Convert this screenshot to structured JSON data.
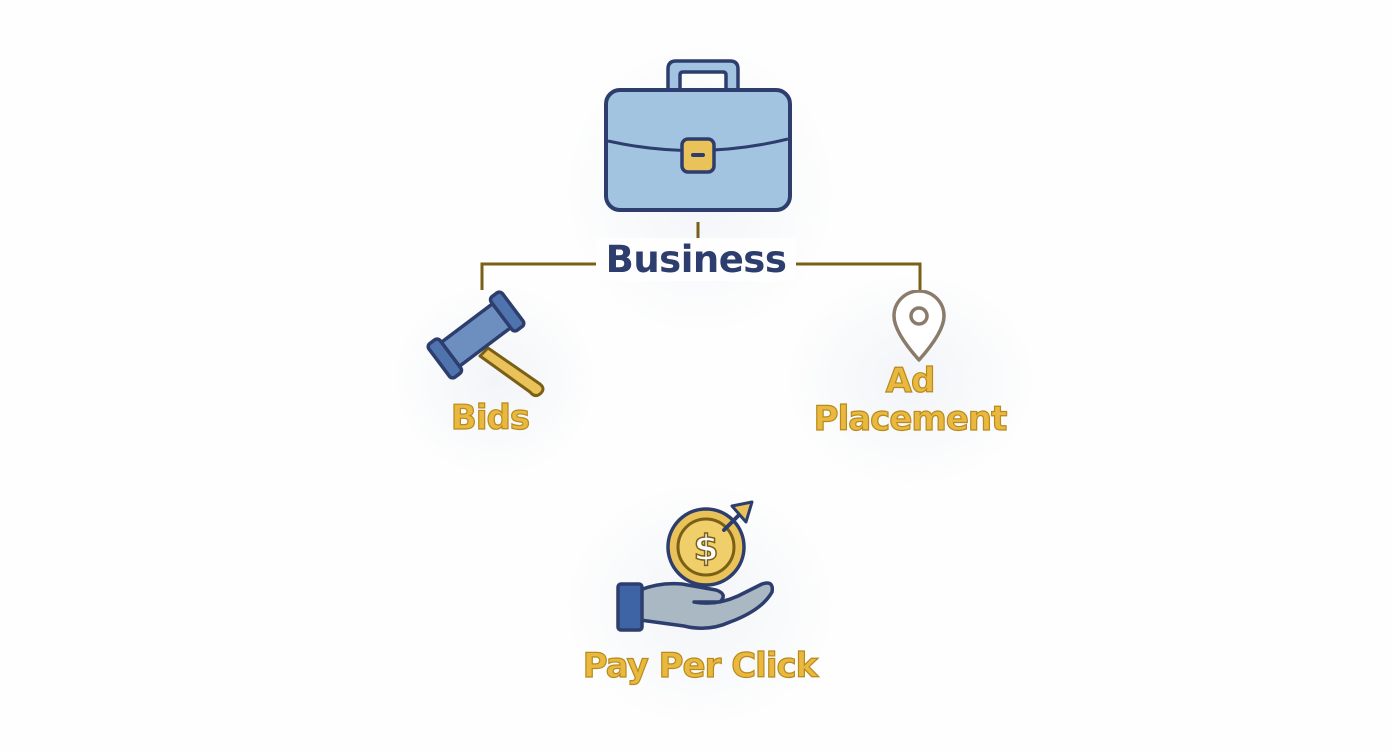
{
  "diagram": {
    "root": {
      "label": "Business",
      "icon": "briefcase-icon"
    },
    "children": [
      {
        "id": "bids",
        "label": "Bids",
        "icon": "gavel-icon"
      },
      {
        "id": "ad_placement",
        "label_lines": [
          "Ad",
          "Placement"
        ],
        "icon": "location-pin-icon"
      },
      {
        "id": "ppc",
        "label": "Pay Per Click",
        "icon": "hand-coin-icon"
      }
    ],
    "colors": {
      "icon_fill": "#a3c4e0",
      "icon_stroke": "#2d3e6e",
      "accent_gold": "#e9b83f",
      "connector": "#7a5f16",
      "root_text": "#2d3e6e",
      "leaf_text": "#e9b83f",
      "hand_fill": "#a9b8c2",
      "cuff_fill": "#3f64a5"
    }
  }
}
